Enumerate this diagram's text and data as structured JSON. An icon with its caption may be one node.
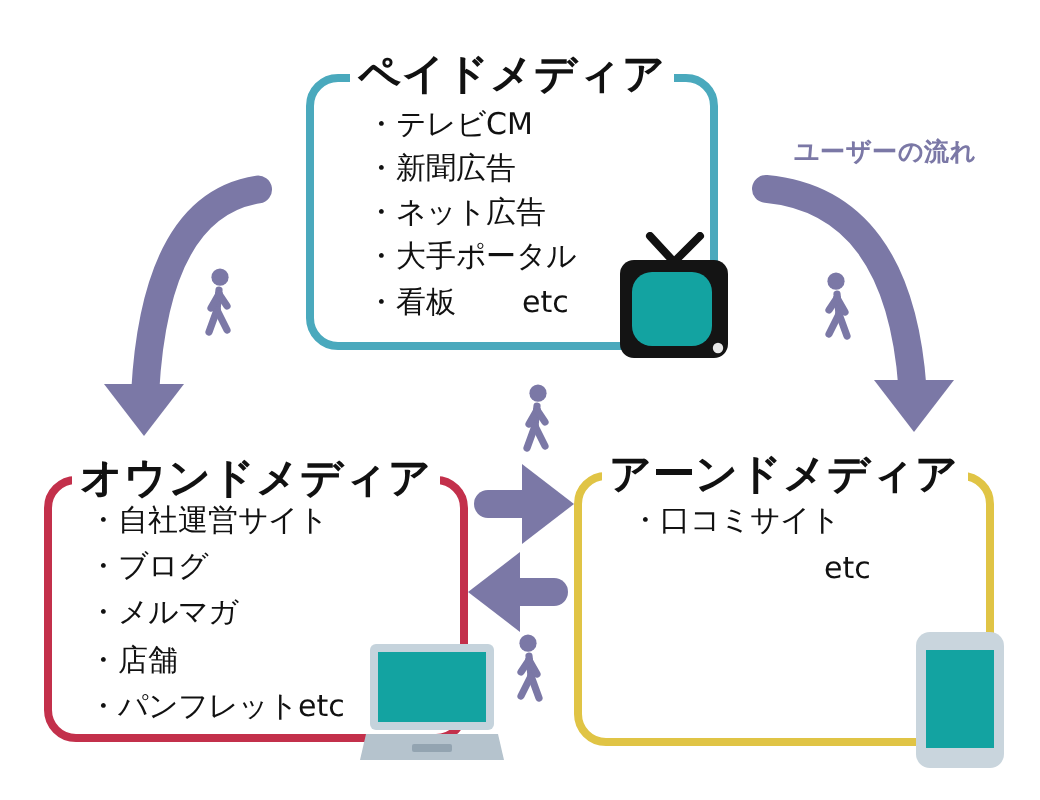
{
  "diagram": {
    "nodes": [
      {
        "text": [
          "ペイドメディア",
          "・テレビCM",
          "・新聞広告",
          "・ネット広告",
          "・大手ポータル",
          "・看板",
          "etc"
        ]
      },
      {
        "text": [
          "オウンドメディア",
          "・自社運営サイト",
          "・ブログ",
          "・メルマガ",
          "・店舗",
          "・パンフレットetc"
        ]
      },
      {
        "text": [
          "アーンドメディア",
          "・口コミサイト",
          "etc"
        ]
      }
    ],
    "edges": [
      {
        "from": 0,
        "to": 1,
        "arrow": "to"
      },
      {
        "from": 0,
        "to": 2,
        "arrow": "to"
      },
      {
        "from": 1,
        "to": 2,
        "arrow": "to"
      },
      {
        "from": 2,
        "to": 1,
        "arrow": "to"
      }
    ],
    "labels": [
      "ユーザーの流れ"
    ]
  }
}
